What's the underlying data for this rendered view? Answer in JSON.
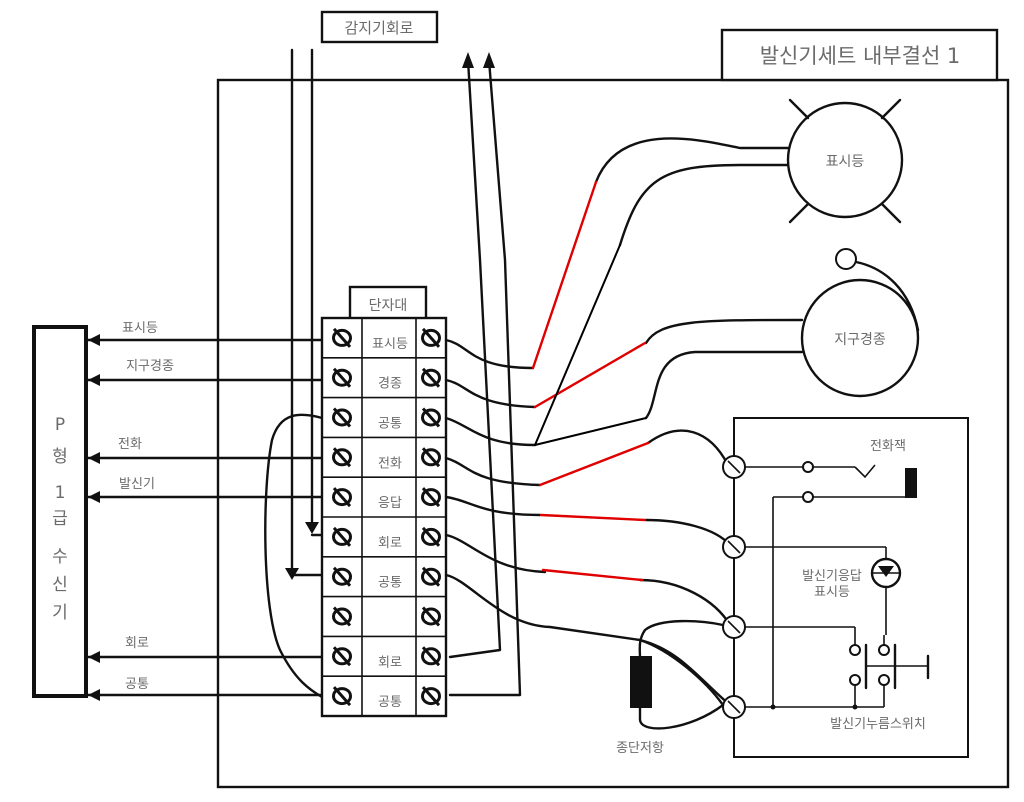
{
  "title": "발신기세트 내부결선 1",
  "sensor_circuit_label": "감지기회로",
  "receiver": {
    "label": "P형 1급 수신기",
    "chars": [
      "P",
      "형",
      "1",
      "급",
      "수",
      "신",
      "기"
    ]
  },
  "receiver_lines": [
    {
      "label": "표시등"
    },
    {
      "label": "지구경종"
    },
    {
      "label": "전화"
    },
    {
      "label": "발신기"
    },
    {
      "label": "회로"
    },
    {
      "label": "공통"
    }
  ],
  "terminal_block": {
    "title": "단자대",
    "rows": [
      "표시등",
      "경종",
      "공통",
      "전화",
      "응답",
      "회로",
      "공통",
      "",
      "회로",
      "공통"
    ]
  },
  "devices": {
    "indicator_lamp": "표시등",
    "bell": "지구경종",
    "phone_jack": "전화잭",
    "response_lamp": [
      "발신기응답",
      "표시등"
    ],
    "push_switch": "발신기누름스위치",
    "end_resistor": "종단저항"
  },
  "colors": {
    "wire": "#111111",
    "highlight_wire": "#e00000",
    "label_text": "#6b6b6b"
  }
}
